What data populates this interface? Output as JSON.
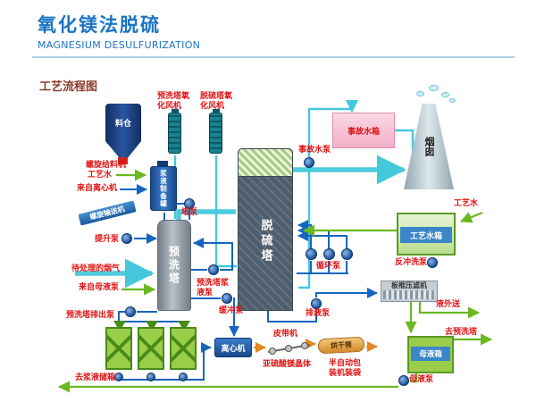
{
  "header": {
    "title": "氧化镁法脱硫",
    "subtitle": "MAGNESIUM DESULFURIZATION"
  },
  "section": {
    "label": "工艺流程图"
  },
  "colors": {
    "title_blue": "#1b74c5",
    "label_red": "#e01212",
    "gas_line_cyan": "#45c8dc",
    "slurry_line_blue": "#1565c0",
    "water_line_green": "#6ab820",
    "solids_line_orange": "#e08820",
    "tank_green": "#9ace4a",
    "emergency_pink": "#f3aec8"
  },
  "equipment": {
    "silo": "料仓",
    "screw_feeder": "螺旋给料机",
    "screw_conveyor": "螺旋输送机",
    "lift_pump": "提升泵",
    "slurry_prep_tank": "浆液制备罐",
    "tower_pump": "塔泵",
    "prewash_oxidation_fan": "预洗塔氧化风机",
    "desulf_oxidation_fan": "脱硫塔氧化风机",
    "prewash_tower": "预洗塔",
    "desulf_tower": "脱硫塔",
    "emergency_tank": "事故水箱",
    "emergency_pump": "事故水泵",
    "chimney": "烟囱",
    "process_water_tank": "工艺水箱",
    "backwash_pump": "反冲洗泵",
    "circulation_pump": "循环泵",
    "prewash_slurry_pump": "预洗塔浆液泵",
    "buffer_pump": "缓冲泵",
    "drain_pump": "排液泵",
    "filter_press": "板框压滤机",
    "centrifuge": "离心机",
    "belt_conveyor": "皮带机",
    "drying_drum": "烘干筒",
    "packing_machine": "半自动包装机装袋",
    "mother_liquor_tank": "母液箱",
    "mother_liquor_pump": "母液泵",
    "prewash_discharge_pump": "预洗塔排出泵"
  },
  "streams": {
    "process_water_left": "工艺水",
    "process_water_right": "工艺水",
    "from_centrifuge": "来自离心机",
    "raw_flue_gas": "待处理的烟气",
    "from_mother_liquor_pump": "来自母液泵",
    "liquid_out": "液外送",
    "magnesium_sulfite_crystal": "亚硫酸镁晶体",
    "to_prewash_tower": "去预洗塔",
    "to_slurry_storage_tank": "去浆液储箱"
  }
}
